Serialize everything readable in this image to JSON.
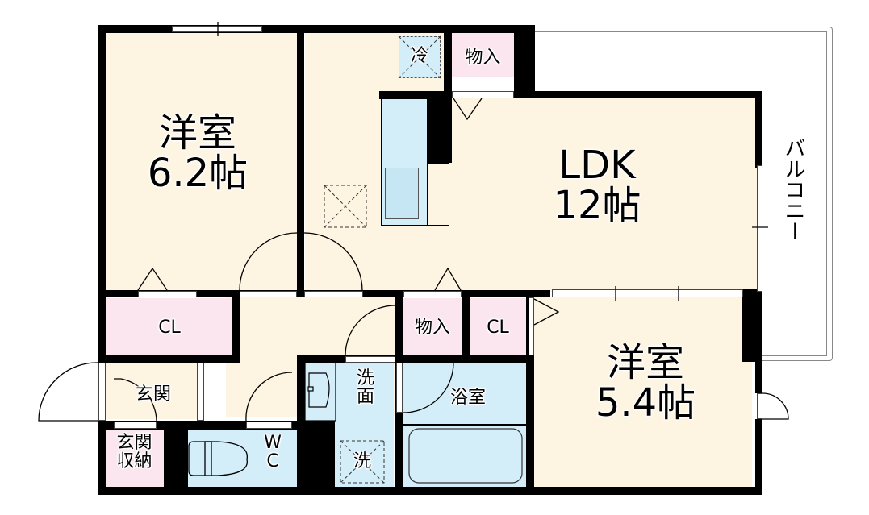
{
  "floorplan": {
    "rooms": {
      "western_room_1": {
        "name": "洋室",
        "size": "6.2帖"
      },
      "ldk": {
        "name": "LDK",
        "size": "12帖"
      },
      "western_room_2": {
        "name": "洋室",
        "size": "5.4帖"
      },
      "balcony": {
        "name": "バルコニー"
      },
      "closet_1": {
        "name": "CL"
      },
      "closet_2": {
        "name": "CL"
      },
      "storage_1": {
        "name": "物入"
      },
      "storage_2": {
        "name": "物入"
      },
      "entrance": {
        "name": "玄関"
      },
      "entrance_storage": {
        "line1": "玄関",
        "line2": "収納"
      },
      "toilet": {
        "line1": "W",
        "line2": "C"
      },
      "washroom": {
        "line1": "洗",
        "line2": "面"
      },
      "bathroom": {
        "name": "浴室"
      },
      "fridge_space": {
        "name": "冷"
      },
      "washer_space": {
        "name": "洗"
      }
    },
    "colors": {
      "floor": "#fdf5e2",
      "wet_area": "#d3eef9",
      "storage": "#fbe6ef",
      "wall": "#000000"
    }
  }
}
